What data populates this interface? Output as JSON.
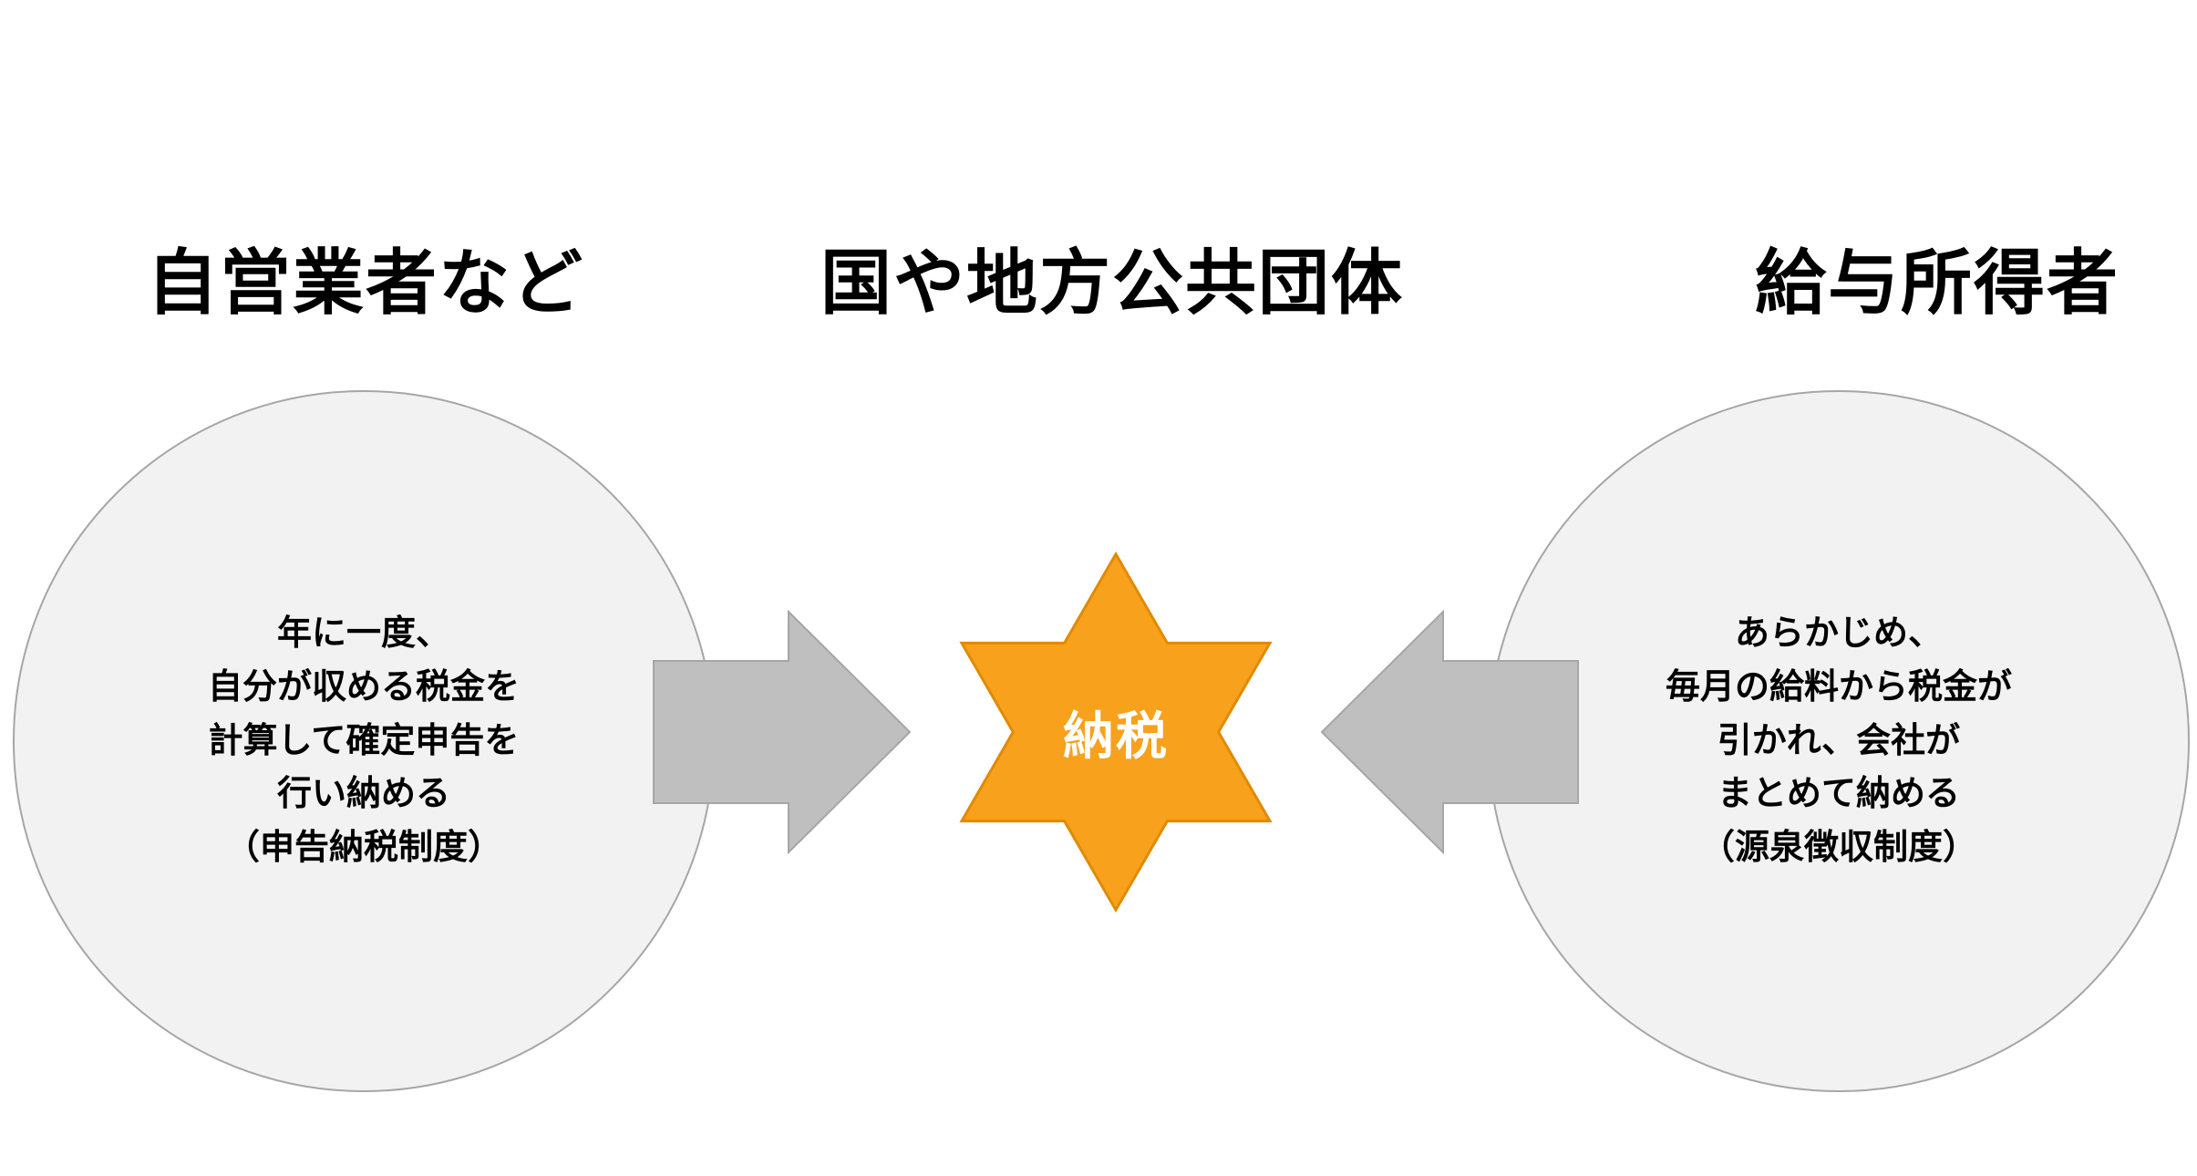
{
  "titles": {
    "left": "自営業者など",
    "center": "国や地方公共団体",
    "right": "給与所得者"
  },
  "left_circle": {
    "lines": [
      "年に一度、",
      "自分が収める税金を",
      "計算して確定申告を",
      "行い納める",
      "（申告納税制度）"
    ]
  },
  "right_circle": {
    "lines": [
      "あらかじめ、",
      "毎月の給料から税金が",
      "引かれ、会社が",
      "まとめて納める",
      "（源泉徴収制度）"
    ]
  },
  "star": {
    "label": "納税",
    "fill": "#F8A11C",
    "stroke": "#E08A00",
    "label_color": "#FFFFFF"
  },
  "colors": {
    "background": "#FFFFFF",
    "circle_fill": "#F2F2F2",
    "circle_stroke": "#A6A6A6",
    "arrow_fill": "#BFBFBF",
    "arrow_stroke": "#A6A6A6",
    "title_color": "#000000",
    "body_text_color": "#000000"
  }
}
